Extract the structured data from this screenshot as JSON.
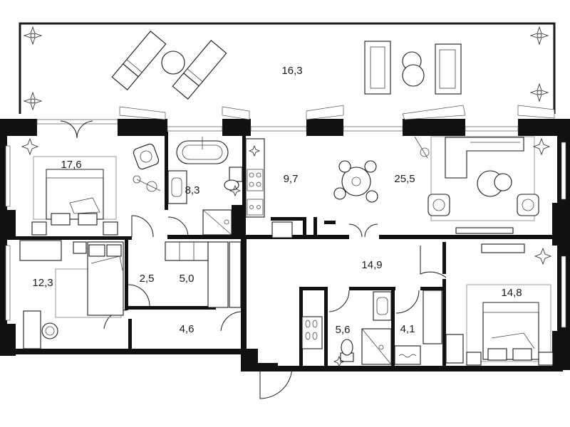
{
  "plan": {
    "rooms": [
      {
        "id": "terrace",
        "area": "16,3"
      },
      {
        "id": "bedroom-west",
        "area": "17,6"
      },
      {
        "id": "bathroom-main",
        "area": "8,3"
      },
      {
        "id": "kitchen",
        "area": "9,7"
      },
      {
        "id": "living-room",
        "area": "25,5"
      },
      {
        "id": "bedroom-small",
        "area": "12,3"
      },
      {
        "id": "corridor-small",
        "area": "2,5"
      },
      {
        "id": "wardrobe",
        "area": "5,0"
      },
      {
        "id": "entrance-hall",
        "area": "4,6"
      },
      {
        "id": "hall",
        "area": "14,9"
      },
      {
        "id": "bathroom-guest",
        "area": "5,6"
      },
      {
        "id": "laundry",
        "area": "4,1"
      },
      {
        "id": "bedroom-east",
        "area": "14,8"
      }
    ],
    "icons": [
      "plant-icon",
      "sun-lounger-icon",
      "armchair-icon",
      "bed-icon",
      "bathtub-icon",
      "sink-icon",
      "toilet-icon",
      "shower-icon",
      "stove-icon",
      "dining-table-icon",
      "sofa-icon",
      "tv-icon",
      "washing-machine-icon",
      "floor-lamp-icon"
    ],
    "colors": {
      "wall": "#111111",
      "line": "#1a1a1a",
      "background": "#ffffff"
    }
  }
}
